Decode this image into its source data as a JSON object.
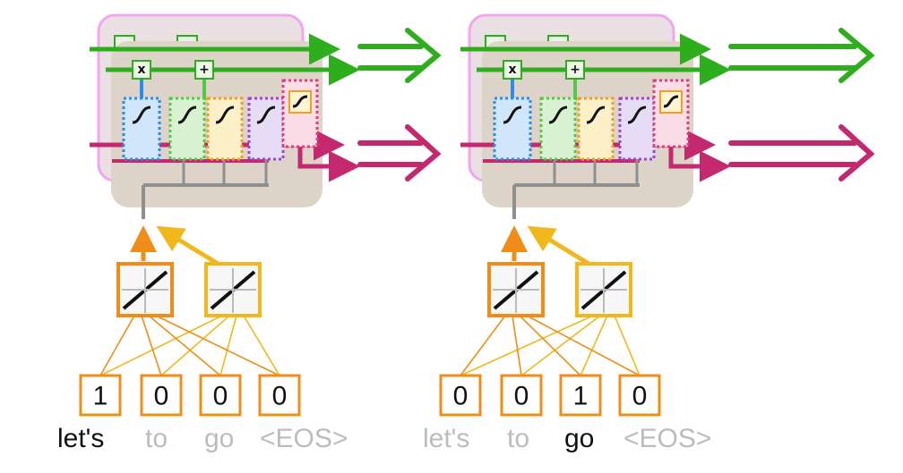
{
  "colors": {
    "cell_bg": "#ddd3c8",
    "ghost_border": "#f2a6ef",
    "long_term": "#2eae1d",
    "short_term": "#c4286e",
    "orange": "#ef8d18",
    "yellow": "#f0b81c",
    "blue": "#2b8ee6",
    "green": "#54c847",
    "purple": "#9a44d8",
    "pink": "#e0407a",
    "word_active": "#111111",
    "word_inactive": "#bcbcbc"
  },
  "gates": {
    "multiply_symbol": "x",
    "add_symbol": "+"
  },
  "inputs": [
    {
      "values": [
        "1",
        "0",
        "0",
        "0"
      ],
      "words": [
        "let's",
        "to",
        "go",
        "<EOS>"
      ],
      "active_index": 0
    },
    {
      "values": [
        "0",
        "0",
        "1",
        "0"
      ],
      "words": [
        "let's",
        "to",
        "go",
        "<EOS>"
      ],
      "active_index": 2
    }
  ]
}
